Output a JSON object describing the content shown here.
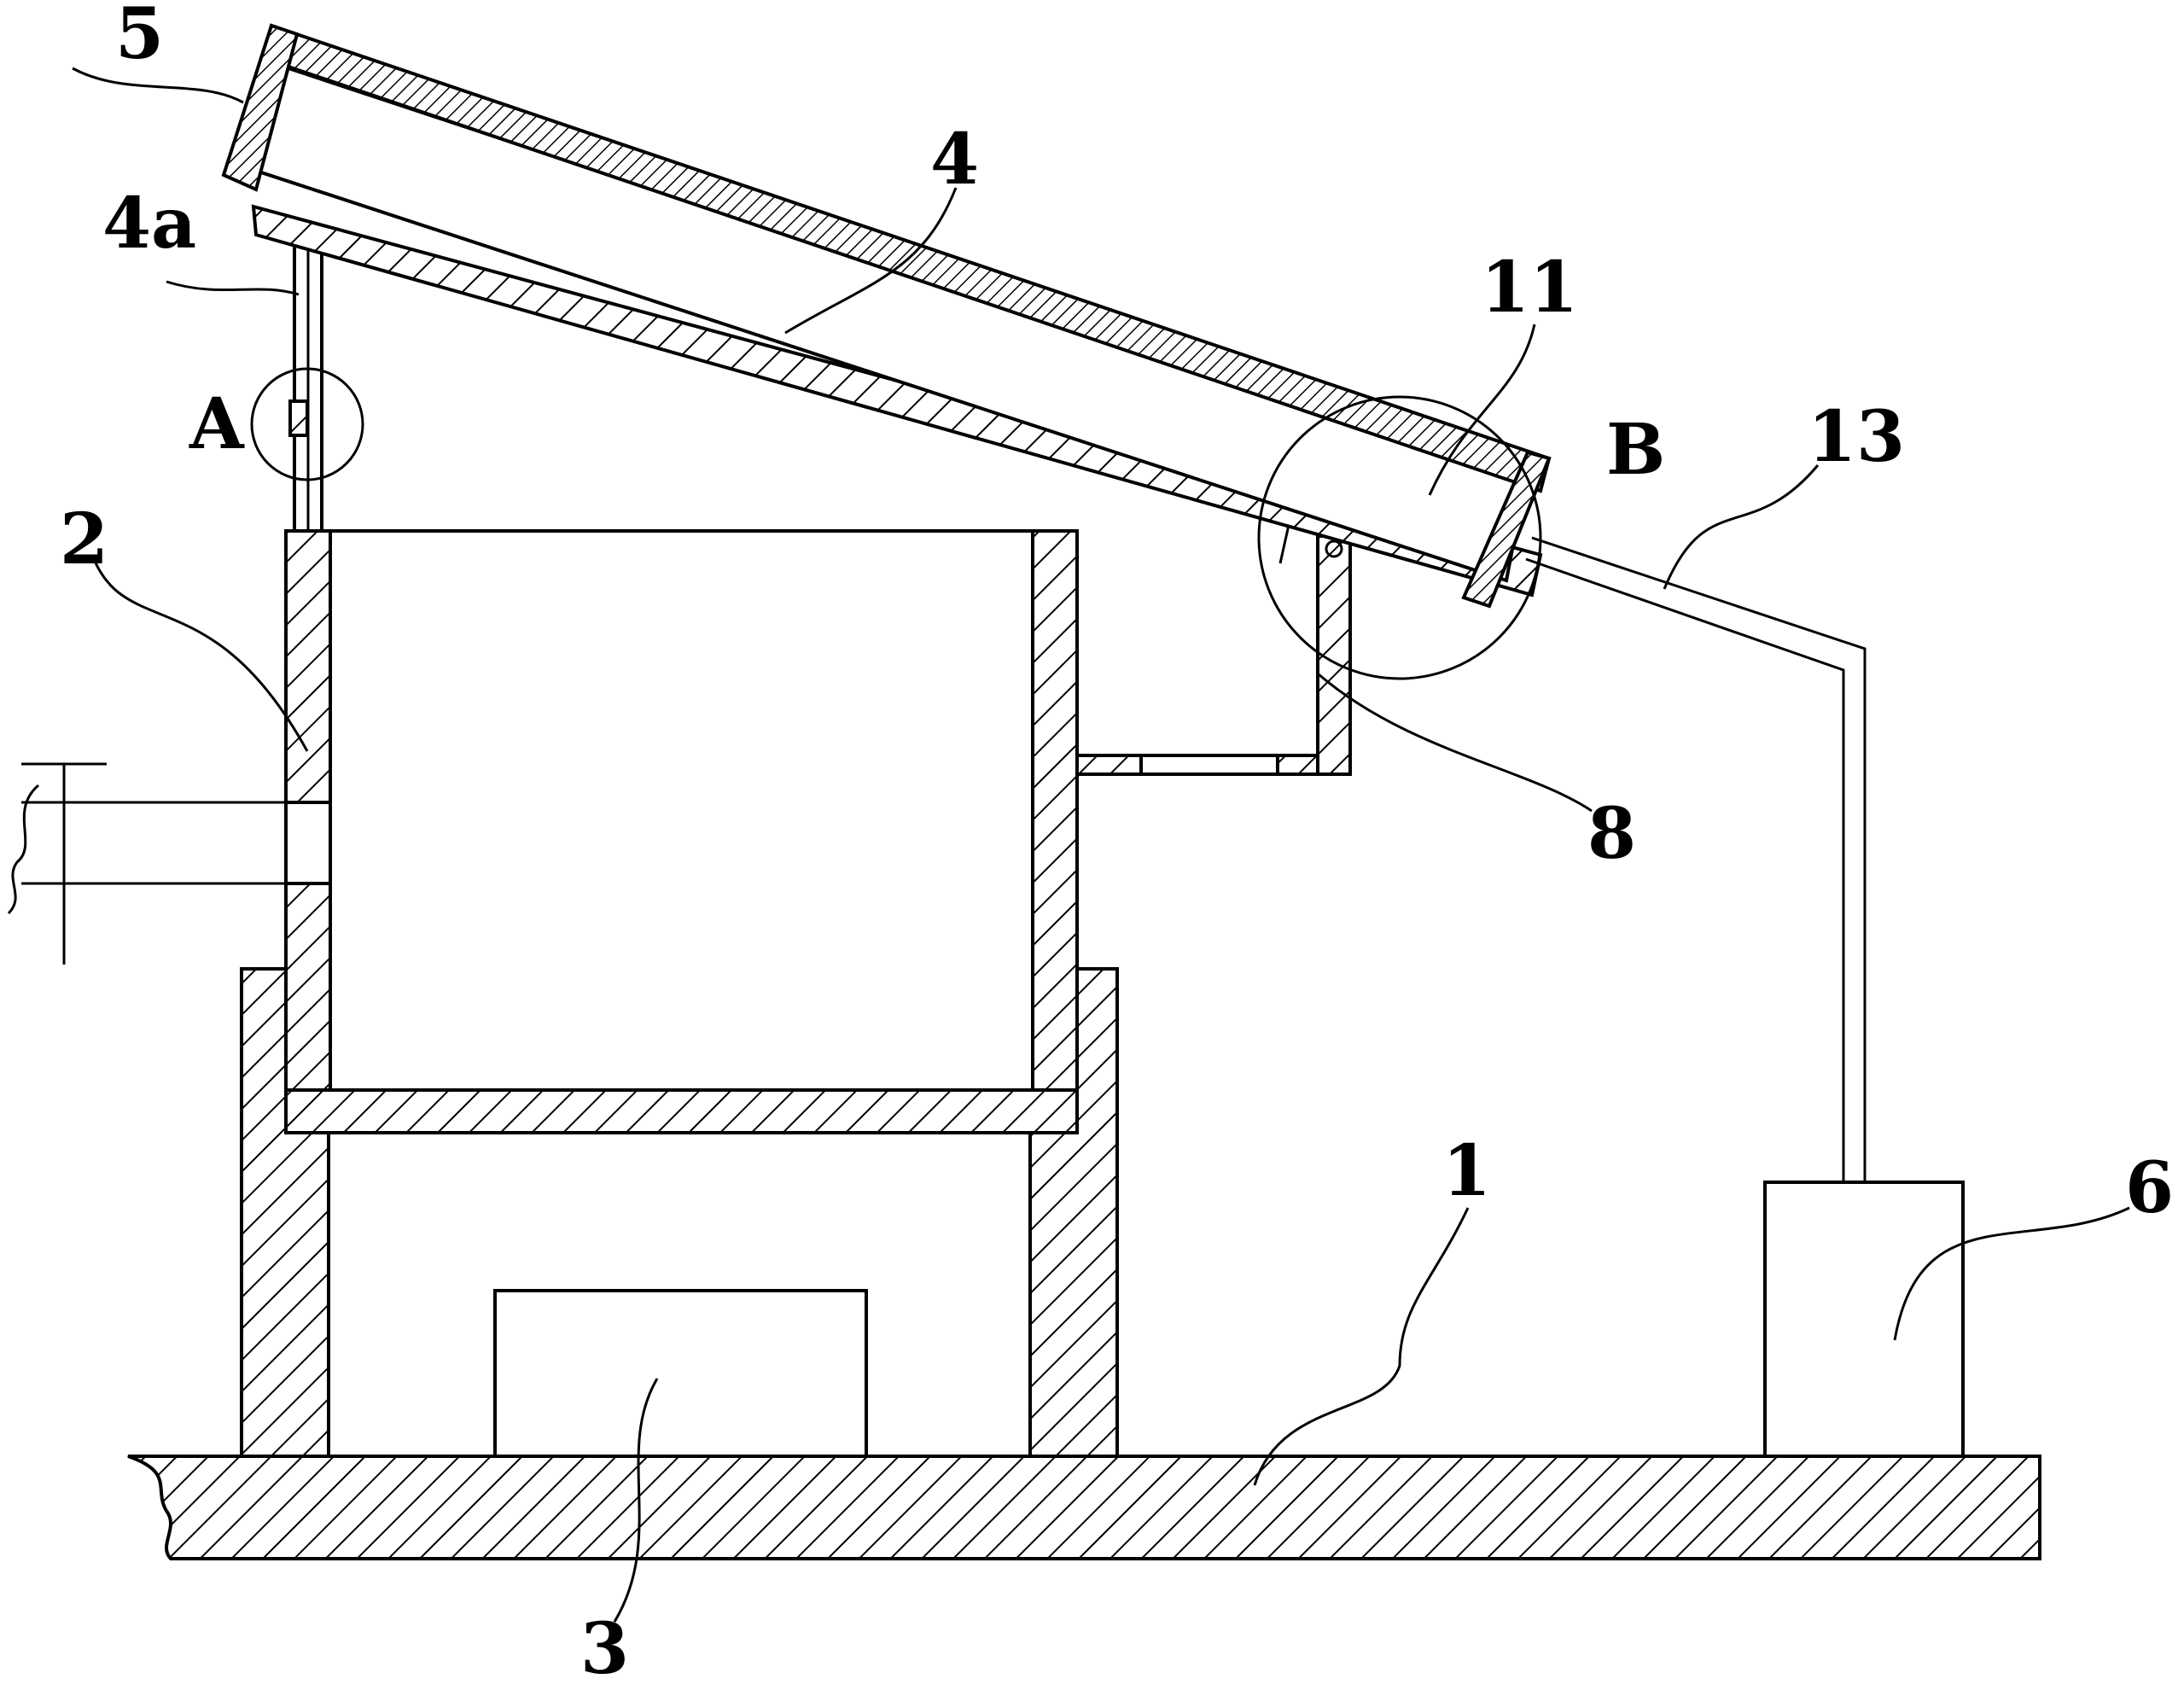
{
  "labels": {
    "base": "1",
    "container": "2",
    "heater": "3",
    "cover": "4",
    "cover_rod": "4a",
    "panel": "5",
    "tank": "6",
    "gutter": "8",
    "cavity": "11",
    "pipe": "13",
    "detail_a": "A",
    "detail_b": "B"
  }
}
